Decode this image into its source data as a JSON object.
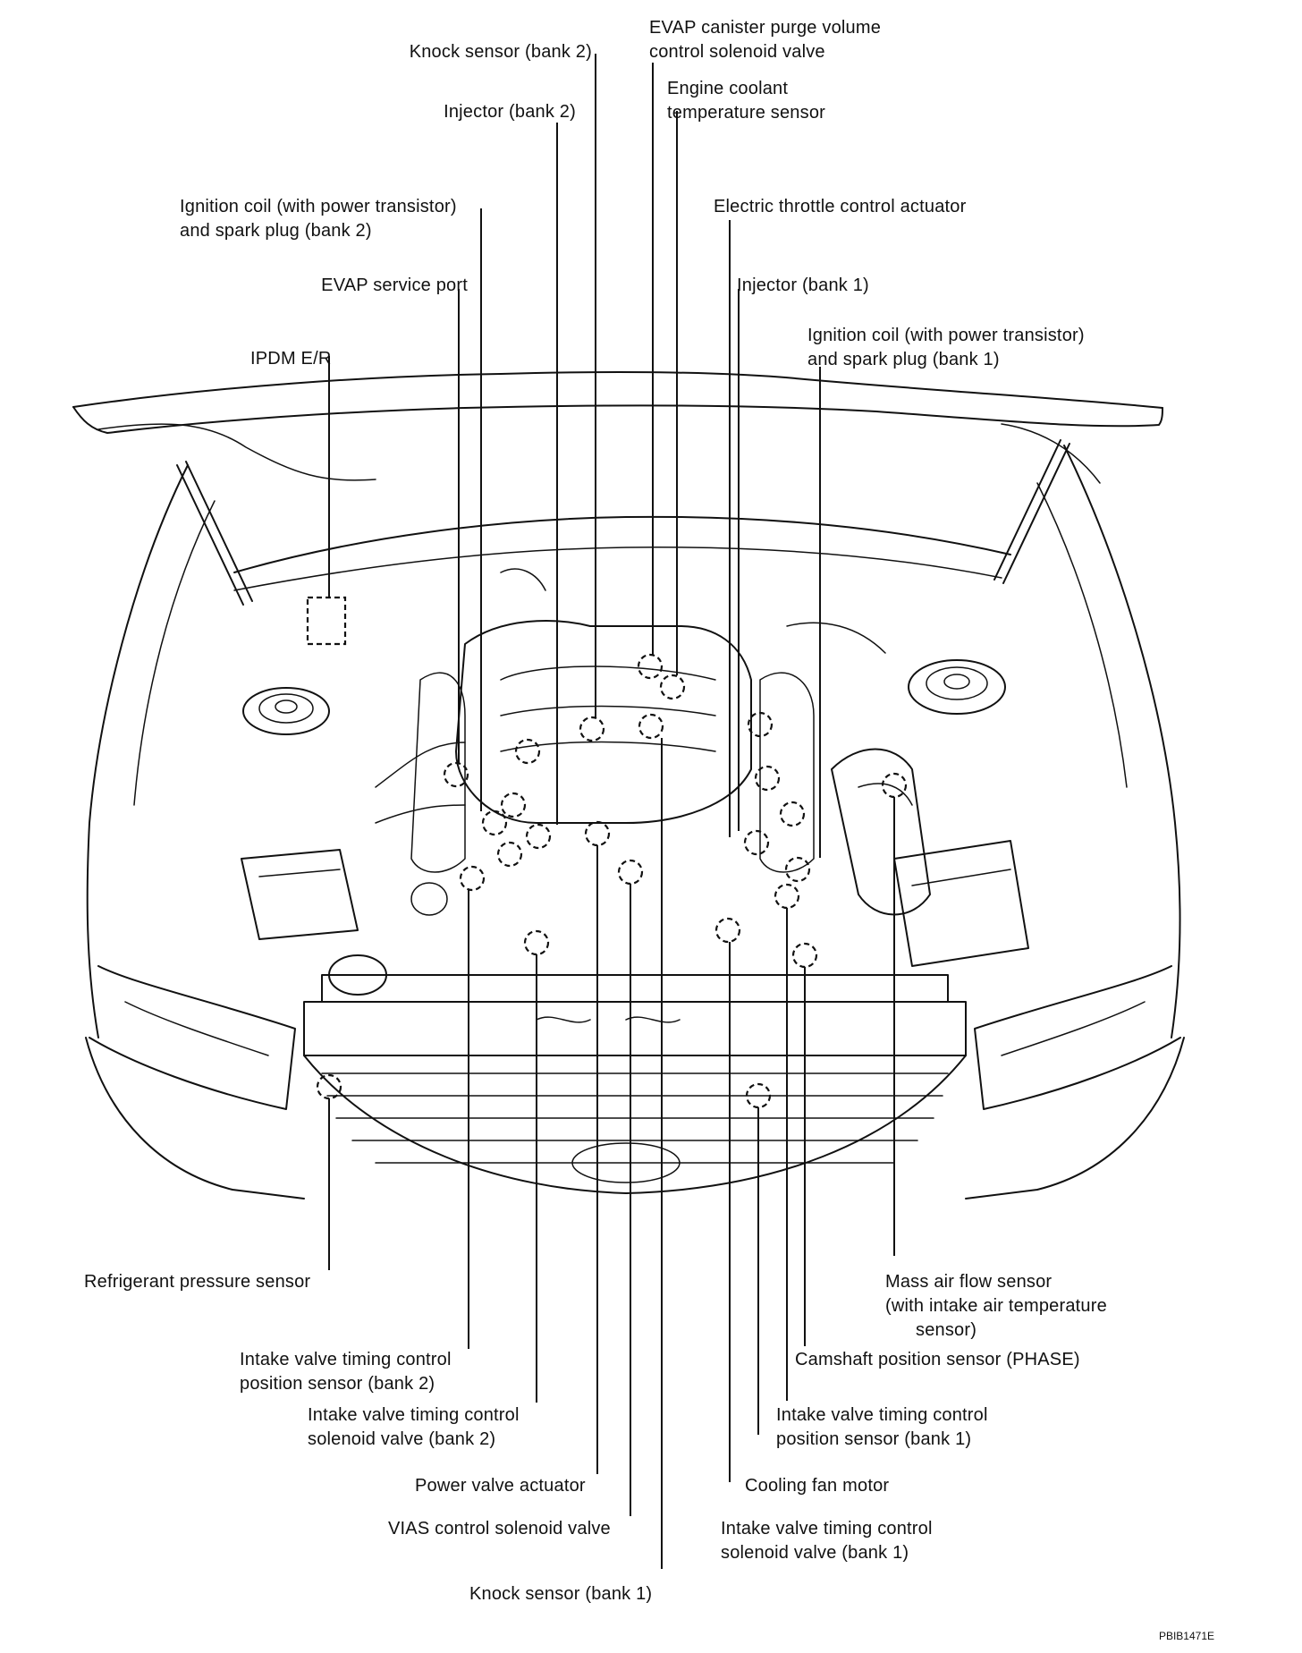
{
  "labels": {
    "evap_purge_1": "EVAP canister purge volume",
    "evap_purge_2": "control solenoid valve",
    "knock_bank2": "Knock sensor (bank 2)",
    "coolant_1": "Engine coolant",
    "coolant_2": "temperature sensor",
    "injector_bank2": "Injector (bank 2)",
    "ign_bank2_1": "Ignition coil (with power transistor)",
    "ign_bank2_2": "and spark plug (bank 2)",
    "throttle": "Electric throttle control actuator",
    "evap_port": "EVAP service port",
    "injector_bank1": "Injector (bank 1)",
    "ign_bank1_1": "Ignition coil (with power transistor)",
    "ign_bank1_2": "and spark plug (bank 1)",
    "ipdm": "IPDM E/R",
    "refrigerant": "Refrigerant pressure sensor",
    "maf_1": "Mass air flow sensor",
    "maf_2": "(with intake air temperature",
    "maf_3": "sensor)",
    "ivt_pos_b2_1": "Intake valve timing control",
    "ivt_pos_b2_2": "position sensor (bank 2)",
    "cam_phase": "Camshaft position sensor (PHASE)",
    "ivt_sol_b2_1": "Intake valve timing control",
    "ivt_sol_b2_2": "solenoid valve (bank 2)",
    "ivt_pos_b1_1": "Intake valve timing control",
    "ivt_pos_b1_2": "position sensor (bank 1)",
    "power_valve": "Power valve actuator",
    "cooling_fan": "Cooling fan motor",
    "vias": "VIAS control solenoid valve",
    "ivt_sol_b1_1": "Intake valve timing control",
    "ivt_sol_b1_2": "solenoid valve (bank 1)",
    "knock_bank1": "Knock sensor (bank 1)"
  },
  "figure_code": "PBIB1471E"
}
